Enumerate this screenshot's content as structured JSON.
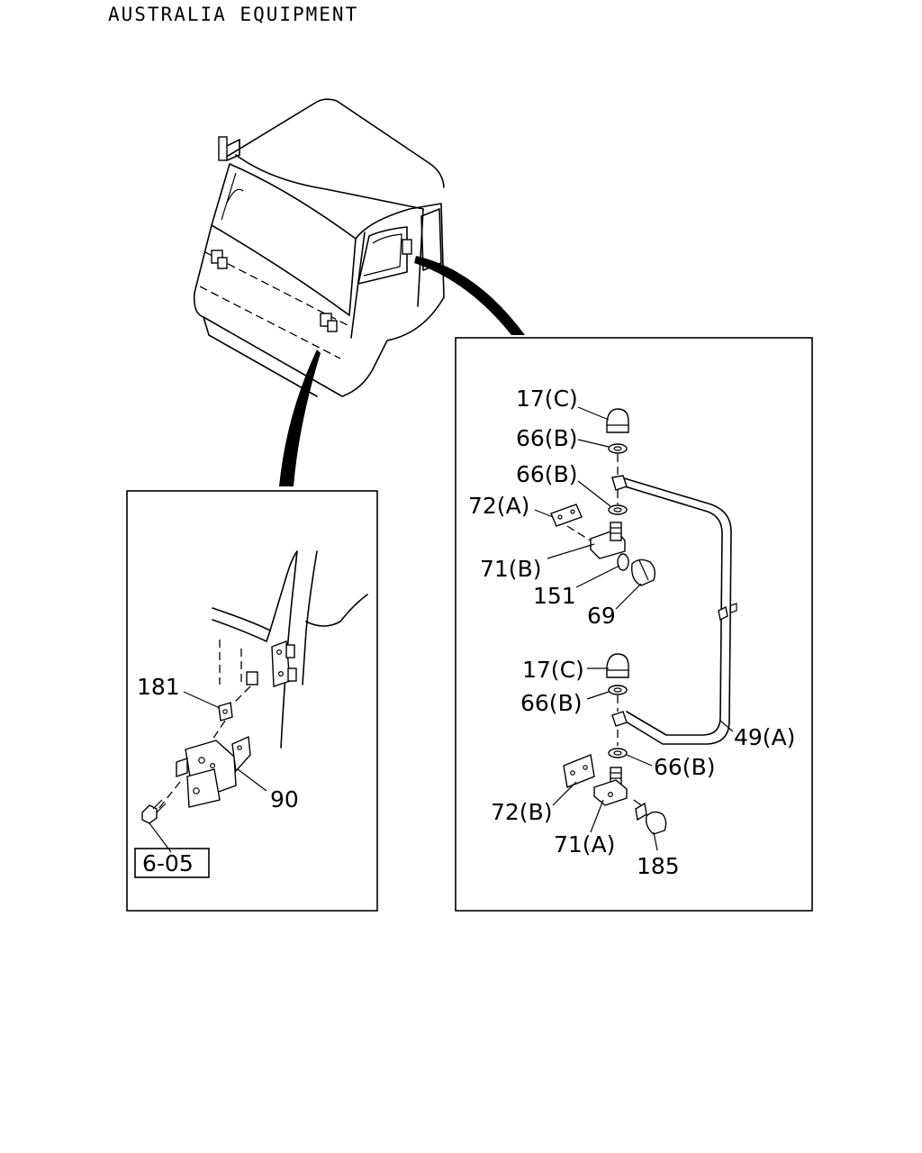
{
  "header": {
    "title": "AUSTRALIA EQUIPMENT"
  },
  "left_panel": {
    "callouts": {
      "c181": "181",
      "c90": "90"
    },
    "ref_box": "6-05"
  },
  "right_panel": {
    "callouts": {
      "c17c_top": "17(C)",
      "c66b_1": "66(B)",
      "c66b_2": "66(B)",
      "c72a": "72(A)",
      "c71b": "71(B)",
      "c151": "151",
      "c69": "69",
      "c17c_bottom": "17(C)",
      "c66b_3": "66(B)",
      "c49a": "49(A)",
      "c66b_4": "66(B)",
      "c72b": "72(B)",
      "c71a": "71(A)",
      "c185": "185"
    }
  }
}
